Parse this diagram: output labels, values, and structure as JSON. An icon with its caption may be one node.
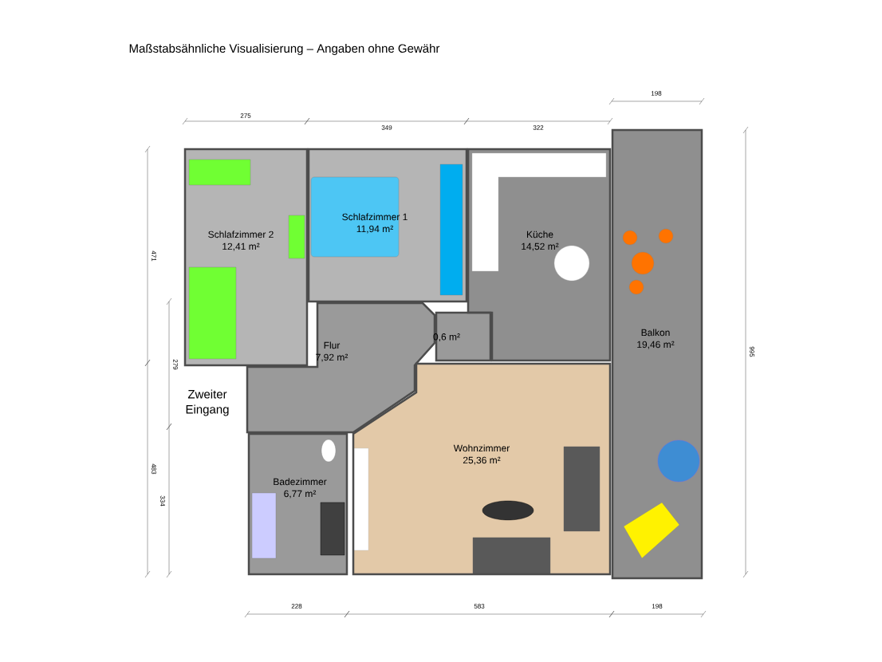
{
  "diagram": {
    "title": "Maßstabsähnliche Visualisierung – Angaben ohne Gewähr",
    "nodes": [
      {
        "text": [
          "Schlafzimmer 2",
          "12,41 m²"
        ]
      },
      {
        "text": [
          "Schlafzimmer 1",
          "11,94 m²"
        ]
      },
      {
        "text": [
          "Küche",
          "14,52 m²"
        ]
      },
      {
        "text": [
          "Balkon",
          "19,46 m²"
        ]
      },
      {
        "text": [
          "Flur",
          "7,92 m²"
        ]
      },
      {
        "text": [
          "0,6 m²"
        ]
      },
      {
        "text": [
          "Wohnzimmer",
          "25,36 m²"
        ]
      },
      {
        "text": [
          "Badezimmer",
          "6,77 m²"
        ]
      }
    ],
    "labels": [
      "198",
      "275",
      "349",
      "322",
      "471",
      "995",
      "279",
      "Zweiter Eingang",
      "483",
      "334",
      "228",
      "583",
      "198"
    ]
  }
}
